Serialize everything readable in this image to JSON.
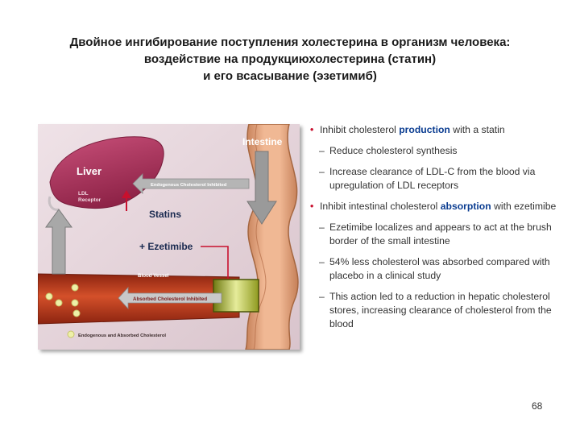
{
  "slide": {
    "title_lines": [
      "Двойное ингибирование поступления холестерина в организм человека:",
      "воздействие на продукциюхолестерина (статин)",
      "и его всасывание (эзетимиб)"
    ],
    "page_number": "68"
  },
  "diagram": {
    "labels": {
      "liver": "Liver",
      "ldl_receptor_1": "LDL",
      "ldl_receptor_2": "Receptor",
      "intestine": "Intestine",
      "endogenous_cholesterol": "Endogenous Cholesterol Inhibited",
      "statins": "Statins",
      "ezetimibe": "+ Ezetimibe",
      "blood_vessel": "Blood Vessel",
      "absorbed_cholesterol": "Absorbed Cholesterol Inhibited",
      "legend": "Endogenous and Absorbed Cholesterol"
    },
    "colors": {
      "liver": "#b0355e",
      "intestine": "#d89a6a",
      "blood_vessel": "#b83a1c",
      "arrow_gray": "#9a9a9a",
      "accent_red": "#c8102e"
    }
  },
  "bullets": {
    "b1": {
      "pre": "Inhibit cholesterol ",
      "hl": "production",
      "post": " with a statin"
    },
    "b1_subs": [
      "Reduce cholesterol synthesis",
      "Increase clearance of LDL-C from the blood via upregulation of LDL receptors"
    ],
    "b2": {
      "pre": "Inhibit intestinal cholesterol ",
      "hl": "absorption",
      "post": " with ezetimibe"
    },
    "b2_subs": [
      "Ezetimibe localizes and appears to act at the brush border of the small intestine",
      "54% less cholesterol was absorbed compared with placebo in a clinical study",
      "This action led to a reduction in hepatic cholesterol stores, increasing clearance of cholesterol from the blood"
    ]
  }
}
